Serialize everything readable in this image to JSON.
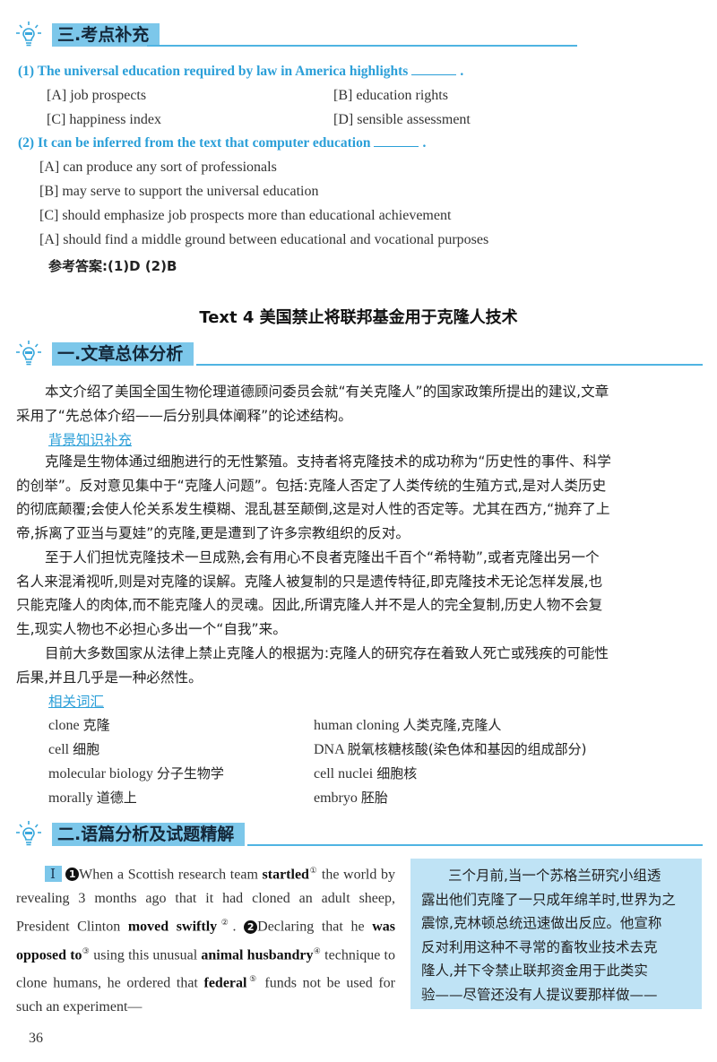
{
  "section3": {
    "title": "三.考点补充",
    "q1": {
      "text": "(1) The universal education required by law in America highlights",
      "end": "."
    },
    "q1_options": [
      "[A] job prospects",
      "[B] education rights",
      "[C] happiness index",
      "[D] sensible assessment"
    ],
    "q2": {
      "text": "(2) It can be inferred from the text that computer education",
      "end": "."
    },
    "q2_options": [
      "[A] can produce any sort of professionals",
      "[B] may serve to support the universal education",
      "[C] should emphasize job prospects more than educational achievement",
      "[A] should find a middle ground between educational and vocational purposes"
    ],
    "answer": "参考答案:(1)D (2)B"
  },
  "text4_title": "Text 4 美国禁止将联邦基金用于克隆人技术",
  "section1": {
    "title": "一.文章总体分析",
    "intro_lines": [
      "本文介绍了美国全国生物伦理道德顾问委员会就“有关克隆人”的国家政策所提出的建议,文章",
      "采用了“先总体介绍——后分别具体阐释”的论述结构。"
    ],
    "bg_label": "背景知识补充",
    "bg_para1": [
      "克隆是生物体通过细胞进行的无性繁殖。支持者将克隆技术的成功称为“历史性的事件、科学",
      "的创举”。反对意见集中于“克隆人问题”。包括:克隆人否定了人类传统的生殖方式,是对人类历史",
      "的彻底颠覆;会使人伦关系发生模糊、混乱甚至颠倒,这是对人性的否定等。尤其在西方,“抛弃了上",
      "帝,拆离了亚当与夏娃”的克隆,更是遭到了许多宗教组织的反对。"
    ],
    "bg_para2": [
      "至于人们担忧克隆技术一旦成熟,会有用心不良者克隆出千百个“希特勒”,或者克隆出另一个",
      "名人来混淆视听,则是对克隆的误解。克隆人被复制的只是遗传特征,即克隆技术无论怎样发展,也",
      "只能克隆人的肉体,而不能克隆人的灵魂。因此,所谓克隆人并不是人的完全复制,历史人物不会复",
      "生,现实人物也不必担心多出一个“自我”来。"
    ],
    "bg_para3": [
      "目前大多数国家从法律上禁止克隆人的根据为:克隆人的研究存在着致人死亡或残疾的可能性",
      "后果,并且几乎是一种必然性。"
    ],
    "vocab_label": "相关词汇",
    "vocab": [
      {
        "en": "clone",
        "zh": "克隆"
      },
      {
        "en": "human cloning",
        "zh": "人类克隆,克隆人"
      },
      {
        "en": "cell",
        "zh": "细胞"
      },
      {
        "en": "DNA",
        "zh": "脱氧核糖核酸(染色体和基因的组成部分)"
      },
      {
        "en": "molecular biology",
        "zh": "分子生物学"
      },
      {
        "en": "cell nuclei",
        "zh": "细胞核"
      },
      {
        "en": "morally",
        "zh": "道德上"
      },
      {
        "en": "embryo",
        "zh": "胚胎"
      }
    ]
  },
  "section2": {
    "title": "二.语篇分析及试题精解",
    "para_num": "Ⅰ",
    "s1": "1",
    "s2": "2",
    "eng": {
      "a": "When a Scottish research team ",
      "b": "startled",
      "c": " the world by revealing 3 months ago that it had cloned an adult sheep, President Clinton ",
      "d": "moved swiftly",
      "e": ". ",
      "f": "Declaring that he ",
      "g": "was opposed to",
      "h": " using this unusual ",
      "i": "animal husbandry",
      "j": " technique to clone humans, he ordered that ",
      "k": "federal",
      "l": " funds not be used for such an experiment—"
    },
    "notes": [
      "①",
      "②",
      "③",
      "④",
      "⑤"
    ],
    "translation": [
      "三个月前,当一个苏格兰研究小组透",
      "露出他们克隆了一只成年绵羊时,世界为之",
      "震惊,克林顿总统迅速做出反应。他宣称",
      "反对利用这种不寻常的畜牧业技术去克",
      "隆人,并下令禁止联邦资金用于此类实",
      "验——尽管还没有人提议要那样做——"
    ]
  },
  "page_number": "36"
}
